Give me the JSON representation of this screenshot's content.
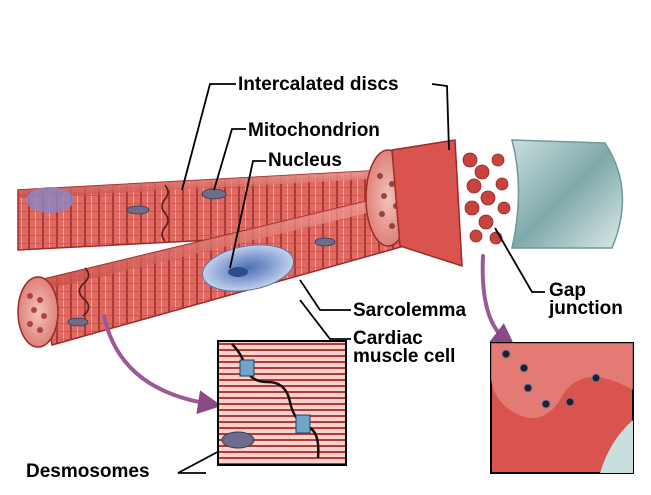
{
  "labels": {
    "intercalated_discs": "Intercalated discs",
    "mitochondrion": "Mitochondrion",
    "nucleus": "Nucleus",
    "sarcolemma": "Sarcolemma",
    "cardiac_muscle_cell": "Cardiac muscle cell",
    "gap_junction": "Gap junction",
    "desmosomes": "Desmosomes"
  },
  "colors": {
    "muscle_red": "#d9534f",
    "muscle_dark": "#9e2a28",
    "muscle_light": "#f2b3ab",
    "nucleus_blue": "#8fa6d6",
    "membrane_teal": "#8bb0b0",
    "arrow_purple": "#9b5a96"
  }
}
